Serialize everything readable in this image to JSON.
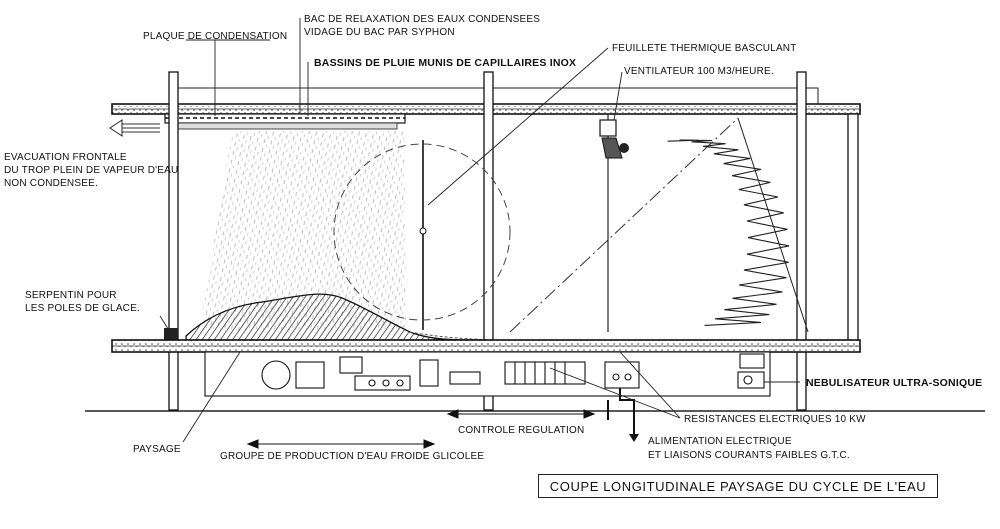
{
  "title": "COUPE LONGITUDINALE  PAYSAGE DU CYCLE DE L'EAU",
  "labels": {
    "plaque": "PLAQUE DE CONDENSATION",
    "bac_1": "BAC DE RELAXATION DES EAUX CONDENSEES",
    "bac_2": "VIDAGE DU BAC PAR SYPHON",
    "bassins": "BASSINS DE PLUIE MUNIS DE CAPILLAIRES INOX",
    "feuillete": "FEUILLETE THERMIQUE BASCULANT",
    "ventilateur": "VENTILATEUR 100 M3/HEURE.",
    "evacuation_1": "EVACUATION FRONTALE",
    "evacuation_2": "DU TROP PLEIN DE VAPEUR D'EAU",
    "evacuation_3": "NON CONDENSEE.",
    "serpentin_1": "SERPENTIN POUR",
    "serpentin_2": "LES POLES DE GLACE.",
    "nebulisateur": "NEBULISATEUR ULTRA-SONIQUE",
    "resistances": "RESISTANCES ELECTRIQUES 10 KW",
    "controle": "CONTROLE REGULATION",
    "alimentation_1": "ALIMENTATION ELECTRIQUE",
    "alimentation_2": "ET LIAISONS COURANTS FAIBLES G.T.C.",
    "paysage": "PAYSAGE",
    "groupe": "GROUPE DE PRODUCTION D'EAU FROIDE GLICOLEE"
  }
}
